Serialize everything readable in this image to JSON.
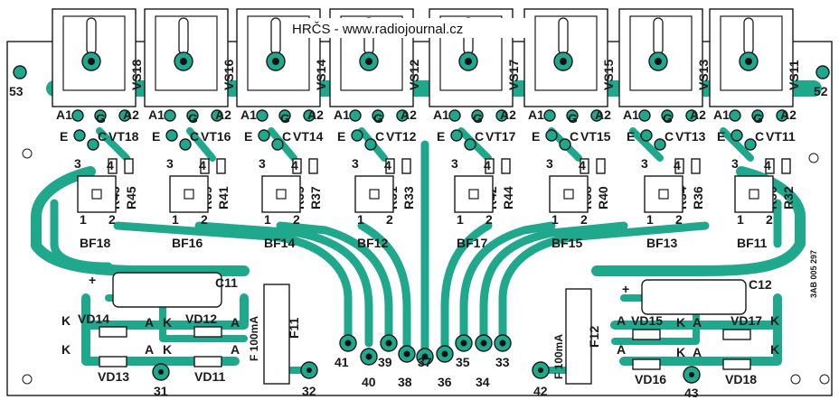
{
  "header": {
    "title": "HRČS - www.radiojournal.cz"
  },
  "board": {
    "code": "3AB 005 297",
    "mount_terminals": [
      "53",
      "52"
    ]
  },
  "thyristors": [
    {
      "vs": "VS18",
      "vt": "VT18",
      "bf": "BF18",
      "ra": "R43",
      "rb": "R45"
    },
    {
      "vs": "VS16",
      "vt": "VT16",
      "bf": "BF16",
      "ra": "R39",
      "rb": "R41"
    },
    {
      "vs": "VS14",
      "vt": "VT14",
      "bf": "BF14",
      "ra": "R35",
      "rb": "R37"
    },
    {
      "vs": "VS12",
      "vt": "VT12",
      "bf": "BF12",
      "ra": "R31",
      "rb": "R33"
    },
    {
      "vs": "VS17",
      "vt": "VT17",
      "bf": "BF17",
      "ra": "R42",
      "rb": "R44"
    },
    {
      "vs": "VS15",
      "vt": "VT15",
      "bf": "BF15",
      "ra": "R38",
      "rb": "R40"
    },
    {
      "vs": "VS13",
      "vt": "VT13",
      "bf": "BF13",
      "ra": "R34",
      "rb": "R36"
    },
    {
      "vs": "VS11",
      "vt": "VT11",
      "bf": "BF11",
      "ra": "R30",
      "rb": "R32"
    }
  ],
  "pin_labels": {
    "a1": "A1",
    "a2": "A2",
    "g": "G",
    "e": "E",
    "c": "C",
    "p1": "1",
    "p2": "2",
    "p3": "3",
    "p4": "4",
    "plus": "+",
    "k": "K",
    "a": "A"
  },
  "terminals_center": [
    "41",
    "40",
    "39",
    "38",
    "37",
    "36",
    "35",
    "34",
    "33"
  ],
  "left_power": {
    "capacitor": "C11",
    "fuse": "F11",
    "fuse_value": "F 100mA",
    "diodes": [
      "VD14",
      "VD12",
      "VD13",
      "VD11"
    ],
    "terminals": [
      "31",
      "32"
    ]
  },
  "right_power": {
    "capacitor": "C12",
    "fuse": "F12",
    "fuse_value": "F 100mA",
    "diodes": [
      "VD15",
      "VD17",
      "VD16",
      "VD18"
    ],
    "terminals": [
      "42",
      "43"
    ]
  }
}
